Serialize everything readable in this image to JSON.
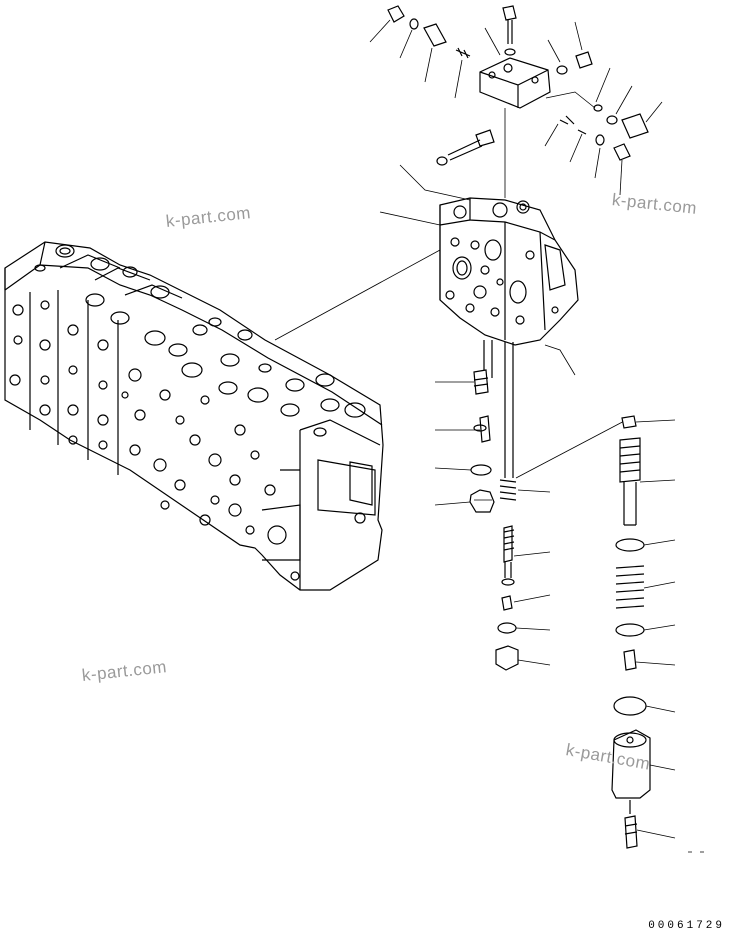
{
  "watermarks": [
    "k-part.com",
    "k-part.com",
    "k-part.com",
    "k-part.com"
  ],
  "figure_number": "00061729",
  "colors": {
    "line": "#000000",
    "watermark": "#9a9a9a",
    "background": "#ffffff"
  }
}
